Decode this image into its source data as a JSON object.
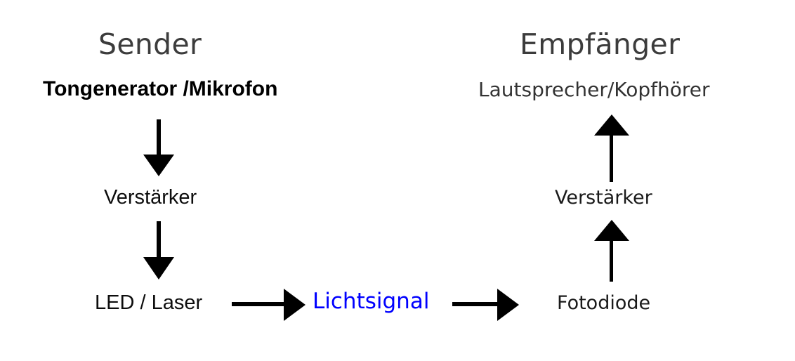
{
  "diagram": {
    "title_left": "Sender",
    "title_right": "Empfänger",
    "accent_color": "#0000ff",
    "ink_color": "#000000",
    "title_color": "#3c3c3c",
    "background": "#ffffff",
    "sender_chain": [
      {
        "id": "tongenerator",
        "label": "Tongenerator /Mikrofon"
      },
      {
        "id": "verstaerker-tx",
        "label": "Verstärker"
      },
      {
        "id": "led-laser",
        "label": "LED / Laser"
      }
    ],
    "empfaenger_chain": [
      {
        "id": "lautsprecher",
        "label": "Lautsprecher/Kopfhörer"
      },
      {
        "id": "verstaerker-rx",
        "label": "Verstärker"
      },
      {
        "id": "fotodiode",
        "label": "Fotodiode"
      }
    ],
    "link_node": {
      "id": "lichtsignal",
      "label": "Lichtsignal"
    },
    "arrows": [
      {
        "id": "tx-arrow-1",
        "direction": "down",
        "from": "tongenerator",
        "to": "verstaerker-tx"
      },
      {
        "id": "tx-arrow-2",
        "direction": "down",
        "from": "verstaerker-tx",
        "to": "led-laser"
      },
      {
        "id": "link-arrow-1",
        "direction": "right",
        "from": "led-laser",
        "to": "lichtsignal"
      },
      {
        "id": "link-arrow-2",
        "direction": "right",
        "from": "lichtsignal",
        "to": "fotodiode"
      },
      {
        "id": "rx-arrow-1",
        "direction": "up",
        "from": "fotodiode",
        "to": "verstaerker-rx"
      },
      {
        "id": "rx-arrow-2",
        "direction": "up",
        "from": "verstaerker-rx",
        "to": "lautsprecher"
      }
    ]
  }
}
